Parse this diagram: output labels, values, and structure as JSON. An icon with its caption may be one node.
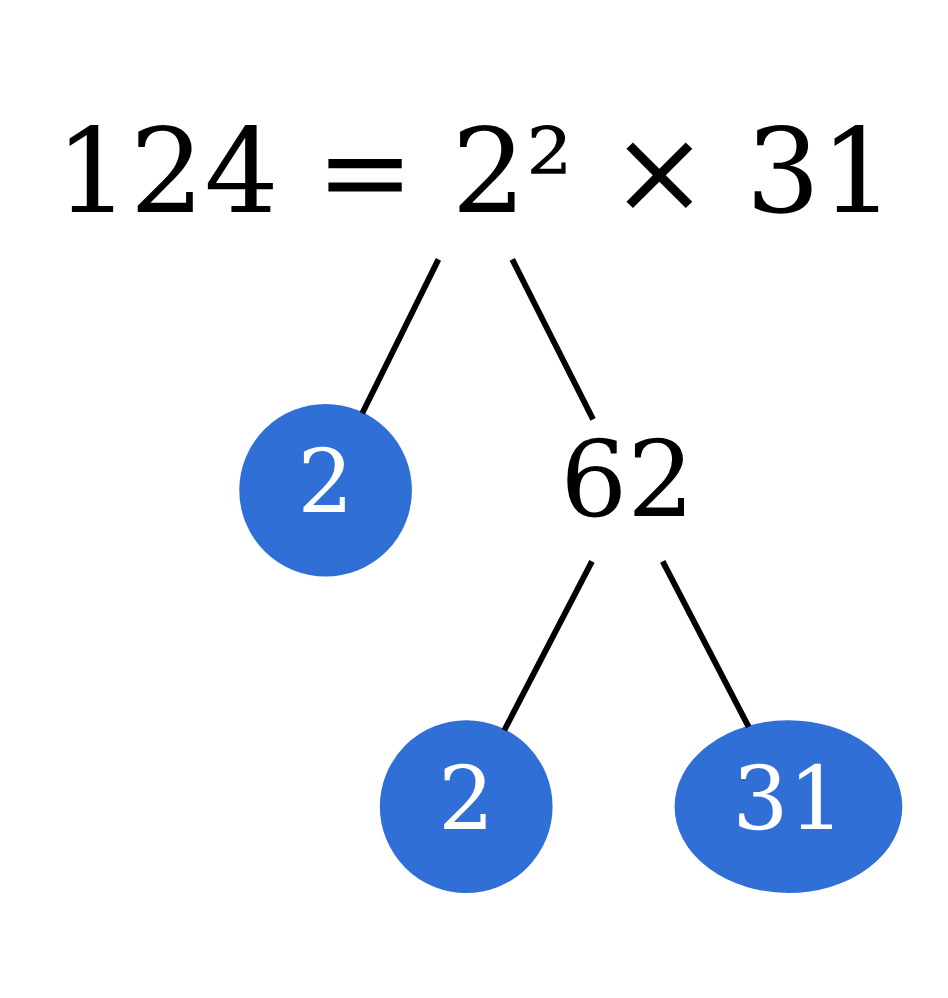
{
  "diagram": {
    "nodes": [
      {
        "text": [
          "124 = 2² × 31"
        ]
      },
      {
        "text": [
          "2"
        ]
      },
      {
        "text": [
          "62"
        ]
      },
      {
        "text": [
          "2"
        ]
      },
      {
        "text": [
          "31"
        ]
      }
    ],
    "edges": [
      {
        "from": 0,
        "to": 1,
        "arrow": "none"
      },
      {
        "from": 0,
        "to": 2,
        "arrow": "none"
      },
      {
        "from": 2,
        "to": 3,
        "arrow": "none"
      },
      {
        "from": 2,
        "to": 4,
        "arrow": "none"
      }
    ]
  }
}
